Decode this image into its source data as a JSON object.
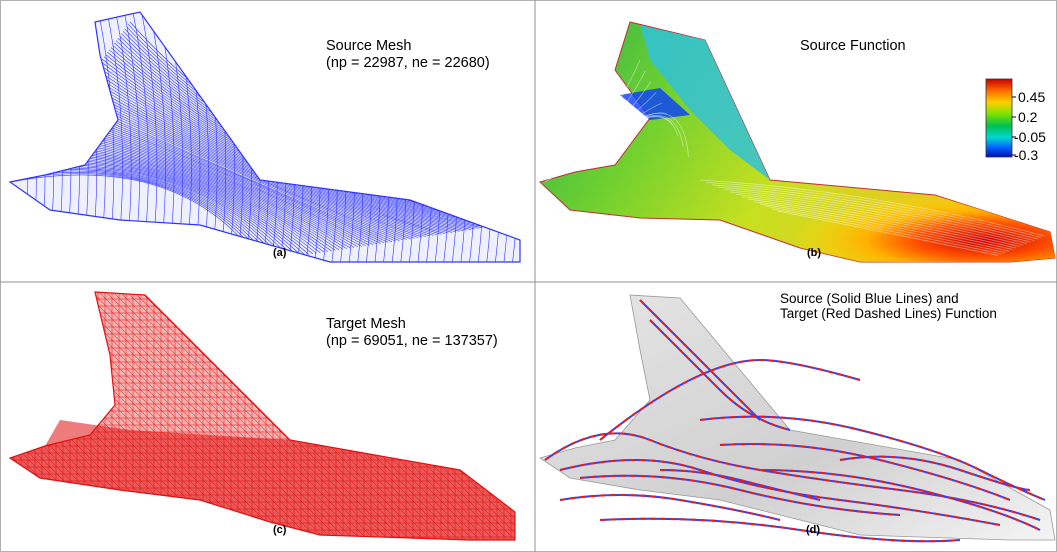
{
  "panels": {
    "a": {
      "label": "(a)",
      "title_line1": "Source Mesh",
      "title_line2": "(np = 22987, ne = 22680)",
      "mesh_color": "#2f33ff"
    },
    "b": {
      "label": "(b)",
      "title": "Source Function",
      "colorbar_ticks": [
        "0.45",
        "0.2",
        "-0.05",
        "-0.3"
      ],
      "colormap": [
        "#c80000",
        "#ff6a00",
        "#ffd000",
        "#7ce000",
        "#00c050",
        "#00d8d0",
        "#0060ff",
        "#0010b0"
      ]
    },
    "c": {
      "label": "(c)",
      "title_line1": "Target Mesh",
      "title_line2": "(np = 69051, ne = 137357)",
      "mesh_color": "#e01010"
    },
    "d": {
      "label": "(d)",
      "title_line1": "Source (Solid Blue Lines) and",
      "title_line2": "Target (Red Dashed Lines) Function",
      "solid_color": "#3040ff",
      "dashed_color": "#e02020"
    }
  }
}
